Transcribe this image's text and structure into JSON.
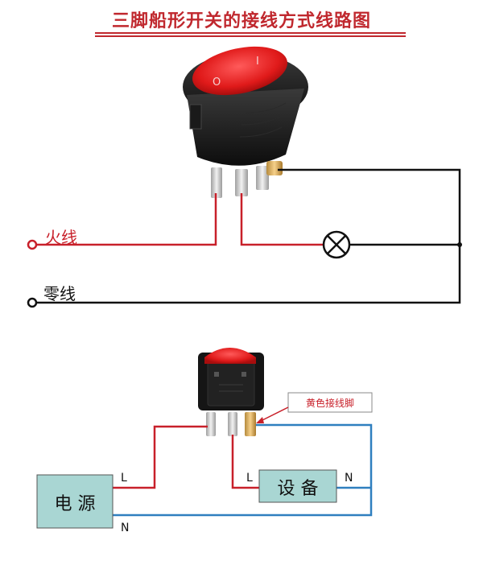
{
  "title": "三脚船形开关的接线方式线路图",
  "top_diagram": {
    "live_label": "火线",
    "neutral_label": "零线",
    "switch_marks": {
      "off": "O",
      "on": "I"
    }
  },
  "bottom_diagram": {
    "terminal_callout": "黄色接线脚",
    "power_box": "电 源",
    "device_box": "设 备",
    "power_L": "L",
    "power_N": "N",
    "device_L": "L",
    "device_N": "N"
  },
  "colors": {
    "live_wire": "#c8202a",
    "neutral_wire_top": "#111111",
    "neutral_wire_bottom": "#2f7fbf",
    "box_fill": "#a9d6d3",
    "title": "#c0282e"
  }
}
